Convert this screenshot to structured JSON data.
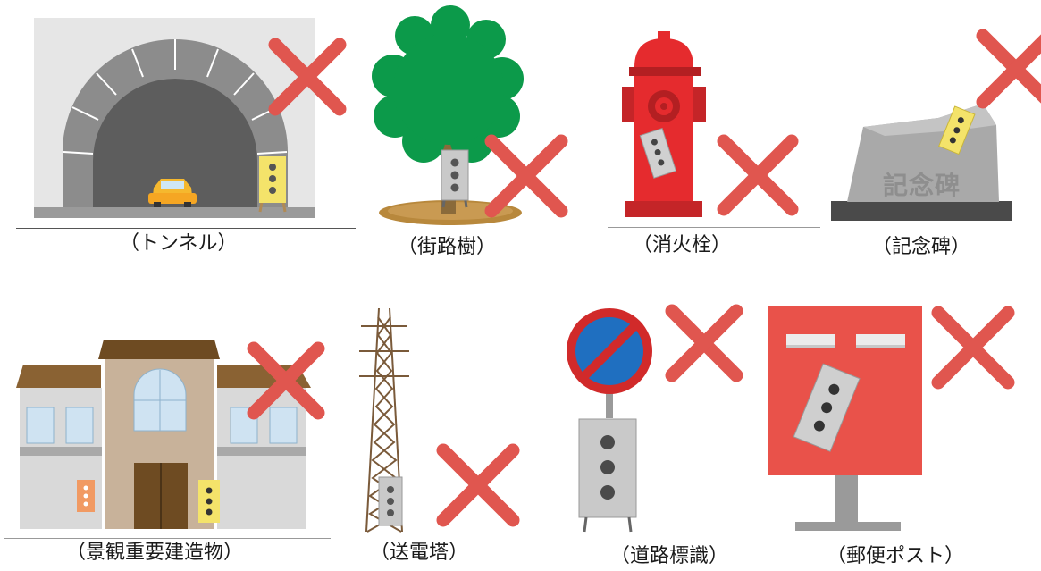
{
  "captions": {
    "tunnel": "（トンネル）",
    "tree": "（街路樹）",
    "hydrant": "（消火栓）",
    "monument": "（記念碑）",
    "building": "（景観重要建造物）",
    "tower": "（送電塔）",
    "sign": "（道路標識）",
    "postbox": "（郵便ポスト）"
  },
  "monument_text": "記念碑",
  "colors": {
    "cross": "#e0564f",
    "tree_green": "#0c9a4a",
    "hydrant_red": "#e52b2e",
    "postbox_red": "#e9524a",
    "sign_blue": "#1f6fc0",
    "device_yellow": "#f4e36a",
    "device_gray": "#c9c9c9",
    "trunk_brown": "#8a6a3a",
    "tower_brown": "#7a5a3a"
  },
  "icons": [
    "cross-mark-icon",
    "signal-device-icon"
  ]
}
